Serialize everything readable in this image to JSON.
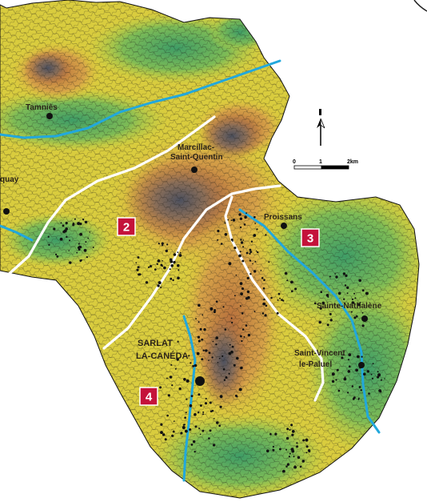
{
  "towns": {
    "tamnies": "Tamniès",
    "marcillac": "Marcillac-Saint-Quentin",
    "marcillac_l1": "Marcillac-",
    "marcillac_l2": "Saint-Quentin",
    "marquay": "quay",
    "proissans": "Proissans",
    "sainte_nathalene": "Sainte-Nathalène",
    "saint_vincent": "Saint-Vincent-le-Paluel",
    "saint_vincent_l1": "Saint-Vincent",
    "saint_vincent_l2": "le-Paluel",
    "sarlat": "SARLAT-LA-CANÉDA",
    "sarlat_l1": "SARLAT",
    "sarlat_l2": "LA-CANÉDA"
  },
  "zones": [
    "2",
    "3",
    "4"
  ],
  "scale": {
    "ticks": [
      "0",
      "1",
      "2km"
    ]
  },
  "north_arrow": {
    "icon": "north-arrow-icon"
  },
  "colors": {
    "zone_marker": "#c4123a",
    "river": "#22a8dc",
    "boundary": "#ffffff",
    "elev_low": "#4fa66a",
    "elev_mid": "#e2d23a",
    "elev_high": "#b8713d",
    "elev_peak": "#5b5f6c"
  }
}
